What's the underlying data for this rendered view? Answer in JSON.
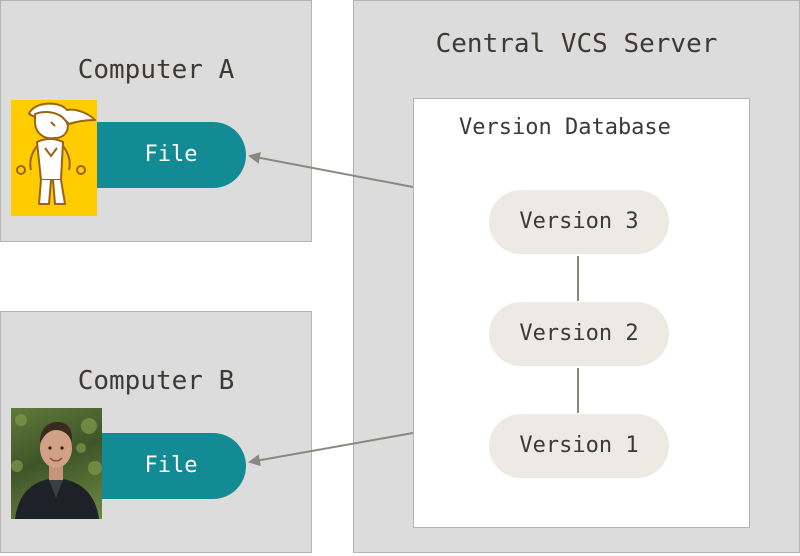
{
  "diagram": {
    "computer_a": {
      "title": "Computer A",
      "file_label": "File",
      "avatar_icon": "yellow-cartoon-avatar-icon"
    },
    "computer_b": {
      "title": "Computer B",
      "file_label": "File",
      "avatar_icon": "person-photo-avatar"
    },
    "server": {
      "title": "Central VCS Server"
    },
    "database": {
      "title": "Version Database",
      "versions": [
        "Version 3",
        "Version 2",
        "Version 1"
      ]
    },
    "colors": {
      "box_fill": "#dcdcdc",
      "box_border": "#b3b3b3",
      "file_fill": "#128b95",
      "version_fill": "#edeae3",
      "arrow": "#8a887e",
      "text": "#3d3a36",
      "avatar_yellow": "#ffcc00",
      "avatar_brown": "#9b6313"
    }
  }
}
